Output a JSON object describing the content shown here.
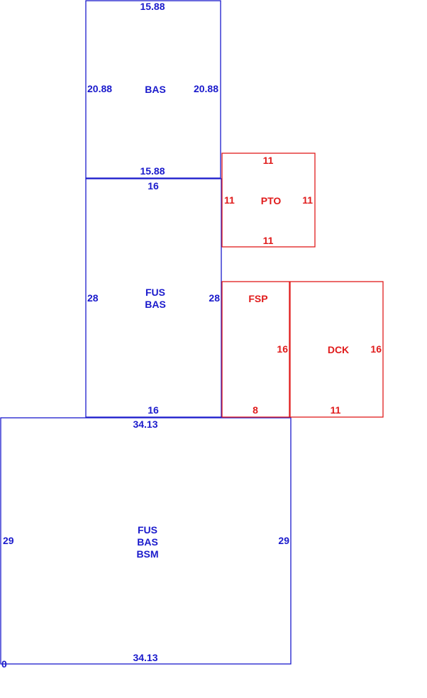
{
  "colors": {
    "blue": "#1a1acc",
    "red": "#e01b1b"
  },
  "areas": [
    {
      "id": "bas-top",
      "color": "blue",
      "labels": [
        "BAS"
      ],
      "dims": {
        "top": "15.88",
        "bottom": "15.88",
        "left": "20.88",
        "right": "20.88"
      }
    },
    {
      "id": "fus-bas",
      "color": "blue",
      "labels": [
        "FUS",
        "BAS"
      ],
      "dims": {
        "top": "16",
        "bottom": "16",
        "left": "28",
        "right": "28"
      }
    },
    {
      "id": "fus-bas-bsm",
      "color": "blue",
      "labels": [
        "FUS",
        "BAS",
        "BSM"
      ],
      "dims": {
        "top": "34.13",
        "bottom": "34.13",
        "left": "29",
        "right": "29"
      }
    },
    {
      "id": "pto",
      "color": "red",
      "labels": [
        "PTO"
      ],
      "dims": {
        "top": "11",
        "bottom": "11",
        "left": "11",
        "right": "11"
      }
    },
    {
      "id": "fsp",
      "color": "red",
      "labels": [
        "FSP"
      ],
      "dims": {
        "bottom": "8",
        "right": "16"
      }
    },
    {
      "id": "dck",
      "color": "red",
      "labels": [
        "DCK"
      ],
      "dims": {
        "bottom": "11",
        "right": "16"
      }
    }
  ],
  "origin_label": "0"
}
